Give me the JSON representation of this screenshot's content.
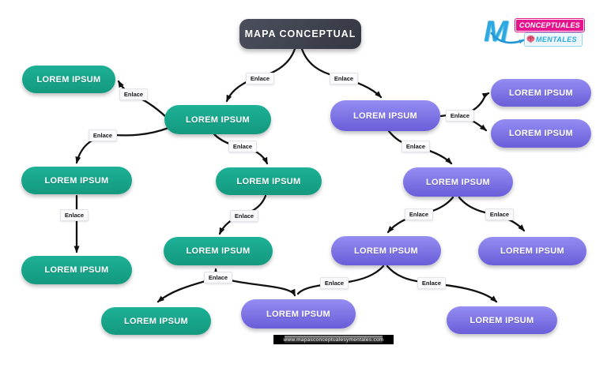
{
  "title": "MAPA CONCEPTUAL",
  "brand": {
    "monogram": "M",
    "word1": "CONCEPTUALES",
    "word2": "MENTALES",
    "brain_icon": "brain-icon",
    "colors": {
      "pink": "#e5148e",
      "blue": "#2ea9e0"
    }
  },
  "watermark": "www.mapasconceptualesymentales.com",
  "colors": {
    "green_node": "#14a189",
    "purple_node_top": "#948df2",
    "purple_node_bottom": "#6a5dd9",
    "title_bg": "#3c4050",
    "arrow": "#111111",
    "background": "#ffffff"
  },
  "nodes": [
    {
      "id": "g-top-left",
      "text": "LOREM IPSUM",
      "color": "green"
    },
    {
      "id": "g-upper",
      "text": "LOREM IPSUM",
      "color": "green"
    },
    {
      "id": "g-left-mid",
      "text": "LOREM IPSUM",
      "color": "green"
    },
    {
      "id": "g-mid",
      "text": "LOREM IPSUM",
      "color": "green"
    },
    {
      "id": "g-left-lower",
      "text": "LOREM IPSUM",
      "color": "green"
    },
    {
      "id": "g-mid-lower",
      "text": "LOREM IPSUM",
      "color": "green"
    },
    {
      "id": "g-bottom-left",
      "text": "LOREM IPSUM",
      "color": "green"
    },
    {
      "id": "p-upper",
      "text": "LOREM IPSUM",
      "color": "purple"
    },
    {
      "id": "p-right-top",
      "text": "LOREM IPSUM",
      "color": "purple"
    },
    {
      "id": "p-right-bottom",
      "text": "LOREM IPSUM",
      "color": "purple"
    },
    {
      "id": "p-middle",
      "text": "LOREM IPSUM",
      "color": "purple"
    },
    {
      "id": "p-lower-left",
      "text": "LOREM IPSUM",
      "color": "purple"
    },
    {
      "id": "p-lower-right",
      "text": "LOREM IPSUM",
      "color": "purple"
    },
    {
      "id": "p-bottom-center",
      "text": "LOREM IPSUM",
      "color": "purple"
    },
    {
      "id": "p-bottom-right",
      "text": "LOREM IPSUM",
      "color": "purple"
    }
  ],
  "links": [
    {
      "label": "Enlace",
      "from": "mapa-conceptual",
      "to": "g-upper"
    },
    {
      "label": "Enlace",
      "from": "mapa-conceptual",
      "to": "p-upper"
    },
    {
      "label": "Enlace",
      "from": "g-upper",
      "to": "g-top-left"
    },
    {
      "label": "Enlace",
      "from": "g-upper",
      "to": "g-left-mid"
    },
    {
      "label": "Enlace",
      "from": "g-upper",
      "to": "g-mid"
    },
    {
      "label": "Enlace",
      "from": "g-left-mid",
      "to": "g-left-lower"
    },
    {
      "label": "Enlace",
      "from": "g-mid",
      "to": "g-mid-lower"
    },
    {
      "label": "Enlace",
      "from": "g-mid-lower",
      "to": "g-bottom-left, p-bottom-center"
    },
    {
      "label": "Enlace",
      "from": "p-upper",
      "to": "p-right-top, p-right-bottom"
    },
    {
      "label": "Enlace",
      "from": "p-upper",
      "to": "p-middle"
    },
    {
      "label": "Enlace",
      "from": "p-middle",
      "to": "p-lower-left"
    },
    {
      "label": "Enlace",
      "from": "p-middle",
      "to": "p-lower-right"
    },
    {
      "label": "Enlace",
      "from": "p-lower-left",
      "to": "p-bottom-center"
    },
    {
      "label": "Enlace",
      "from": "p-lower-left",
      "to": "p-bottom-right"
    }
  ]
}
